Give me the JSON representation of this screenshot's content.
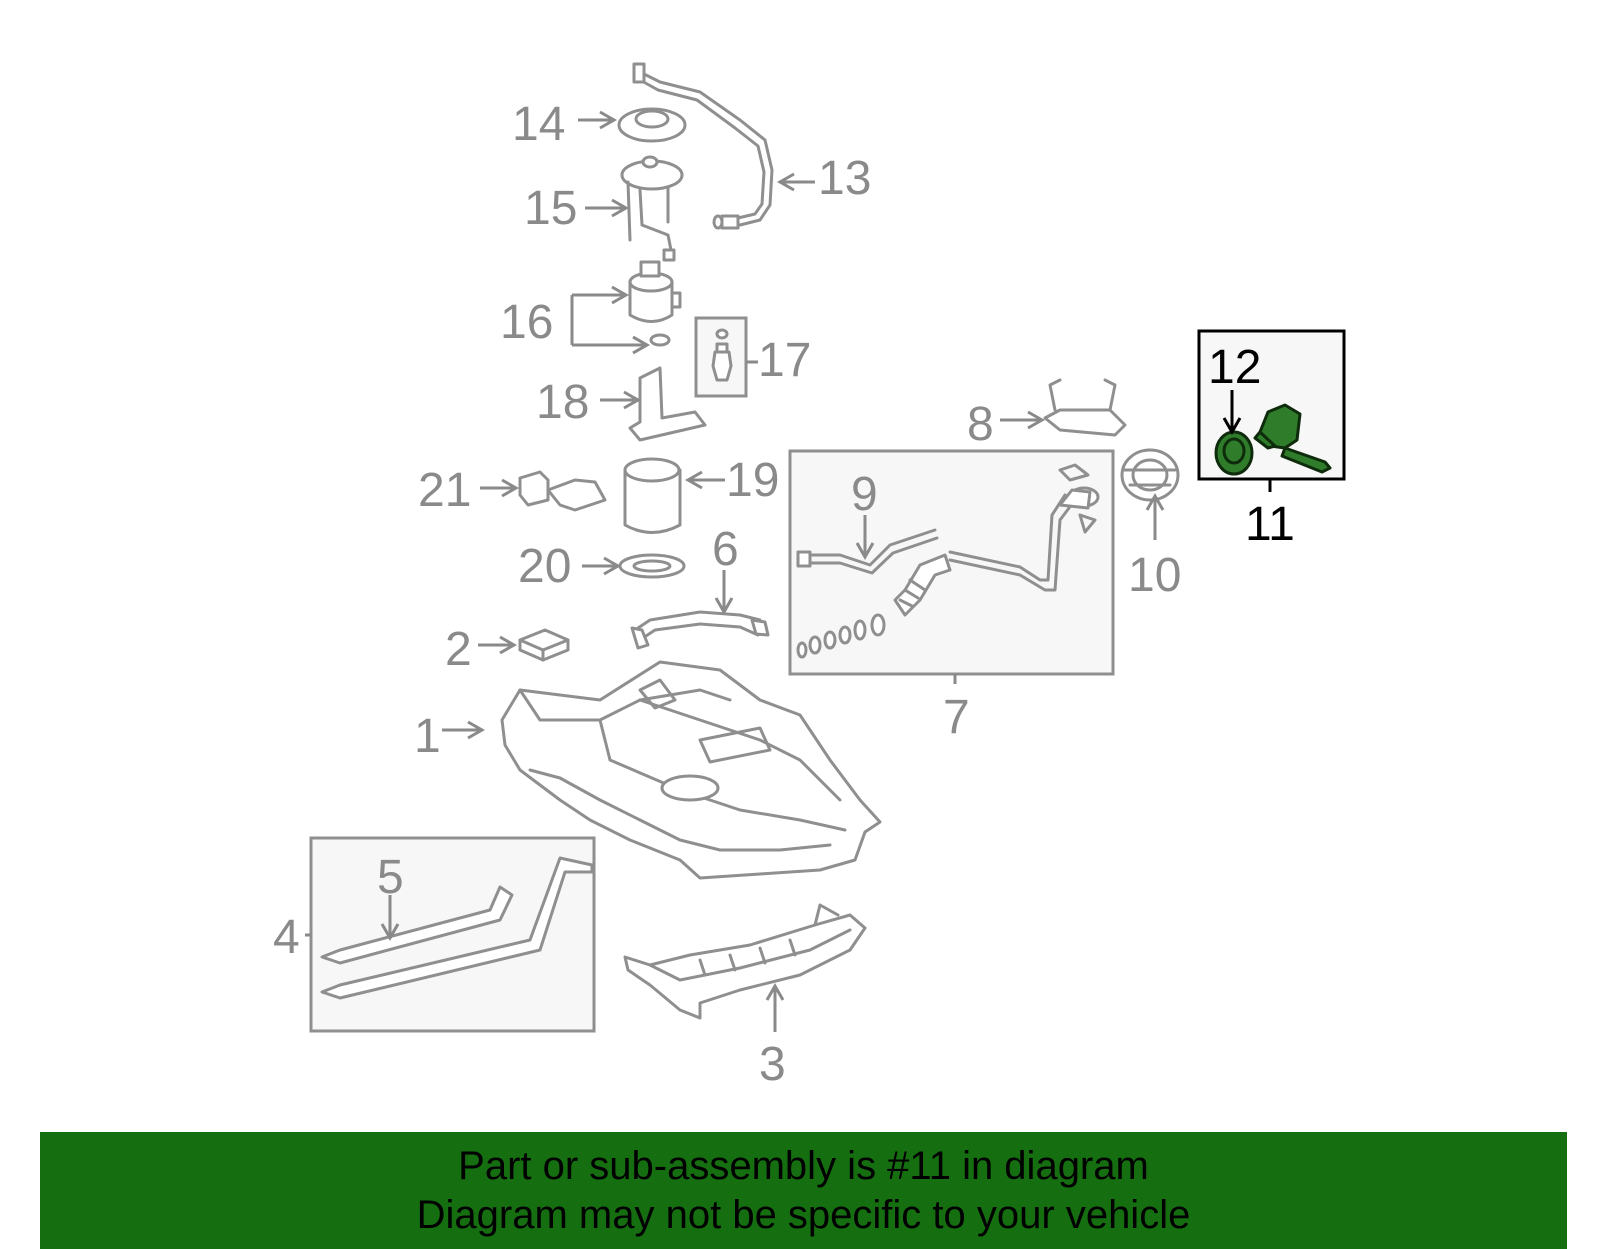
{
  "diagram": {
    "highlight_color": "#2f7d2a",
    "callouts": {
      "c1": "1",
      "c2": "2",
      "c3": "3",
      "c4": "4",
      "c5": "5",
      "c6": "6",
      "c7": "7",
      "c8": "8",
      "c9": "9",
      "c10": "10",
      "c11": "11",
      "c12": "12",
      "c13": "13",
      "c14": "14",
      "c15": "15",
      "c16": "16",
      "c17": "17",
      "c18": "18",
      "c19": "19",
      "c20": "20",
      "c21": "21"
    }
  },
  "banner": {
    "background": "#156f10",
    "line1": "Part or sub-assembly is #11 in diagram",
    "line2": "Diagram may not be specific to your vehicle"
  }
}
